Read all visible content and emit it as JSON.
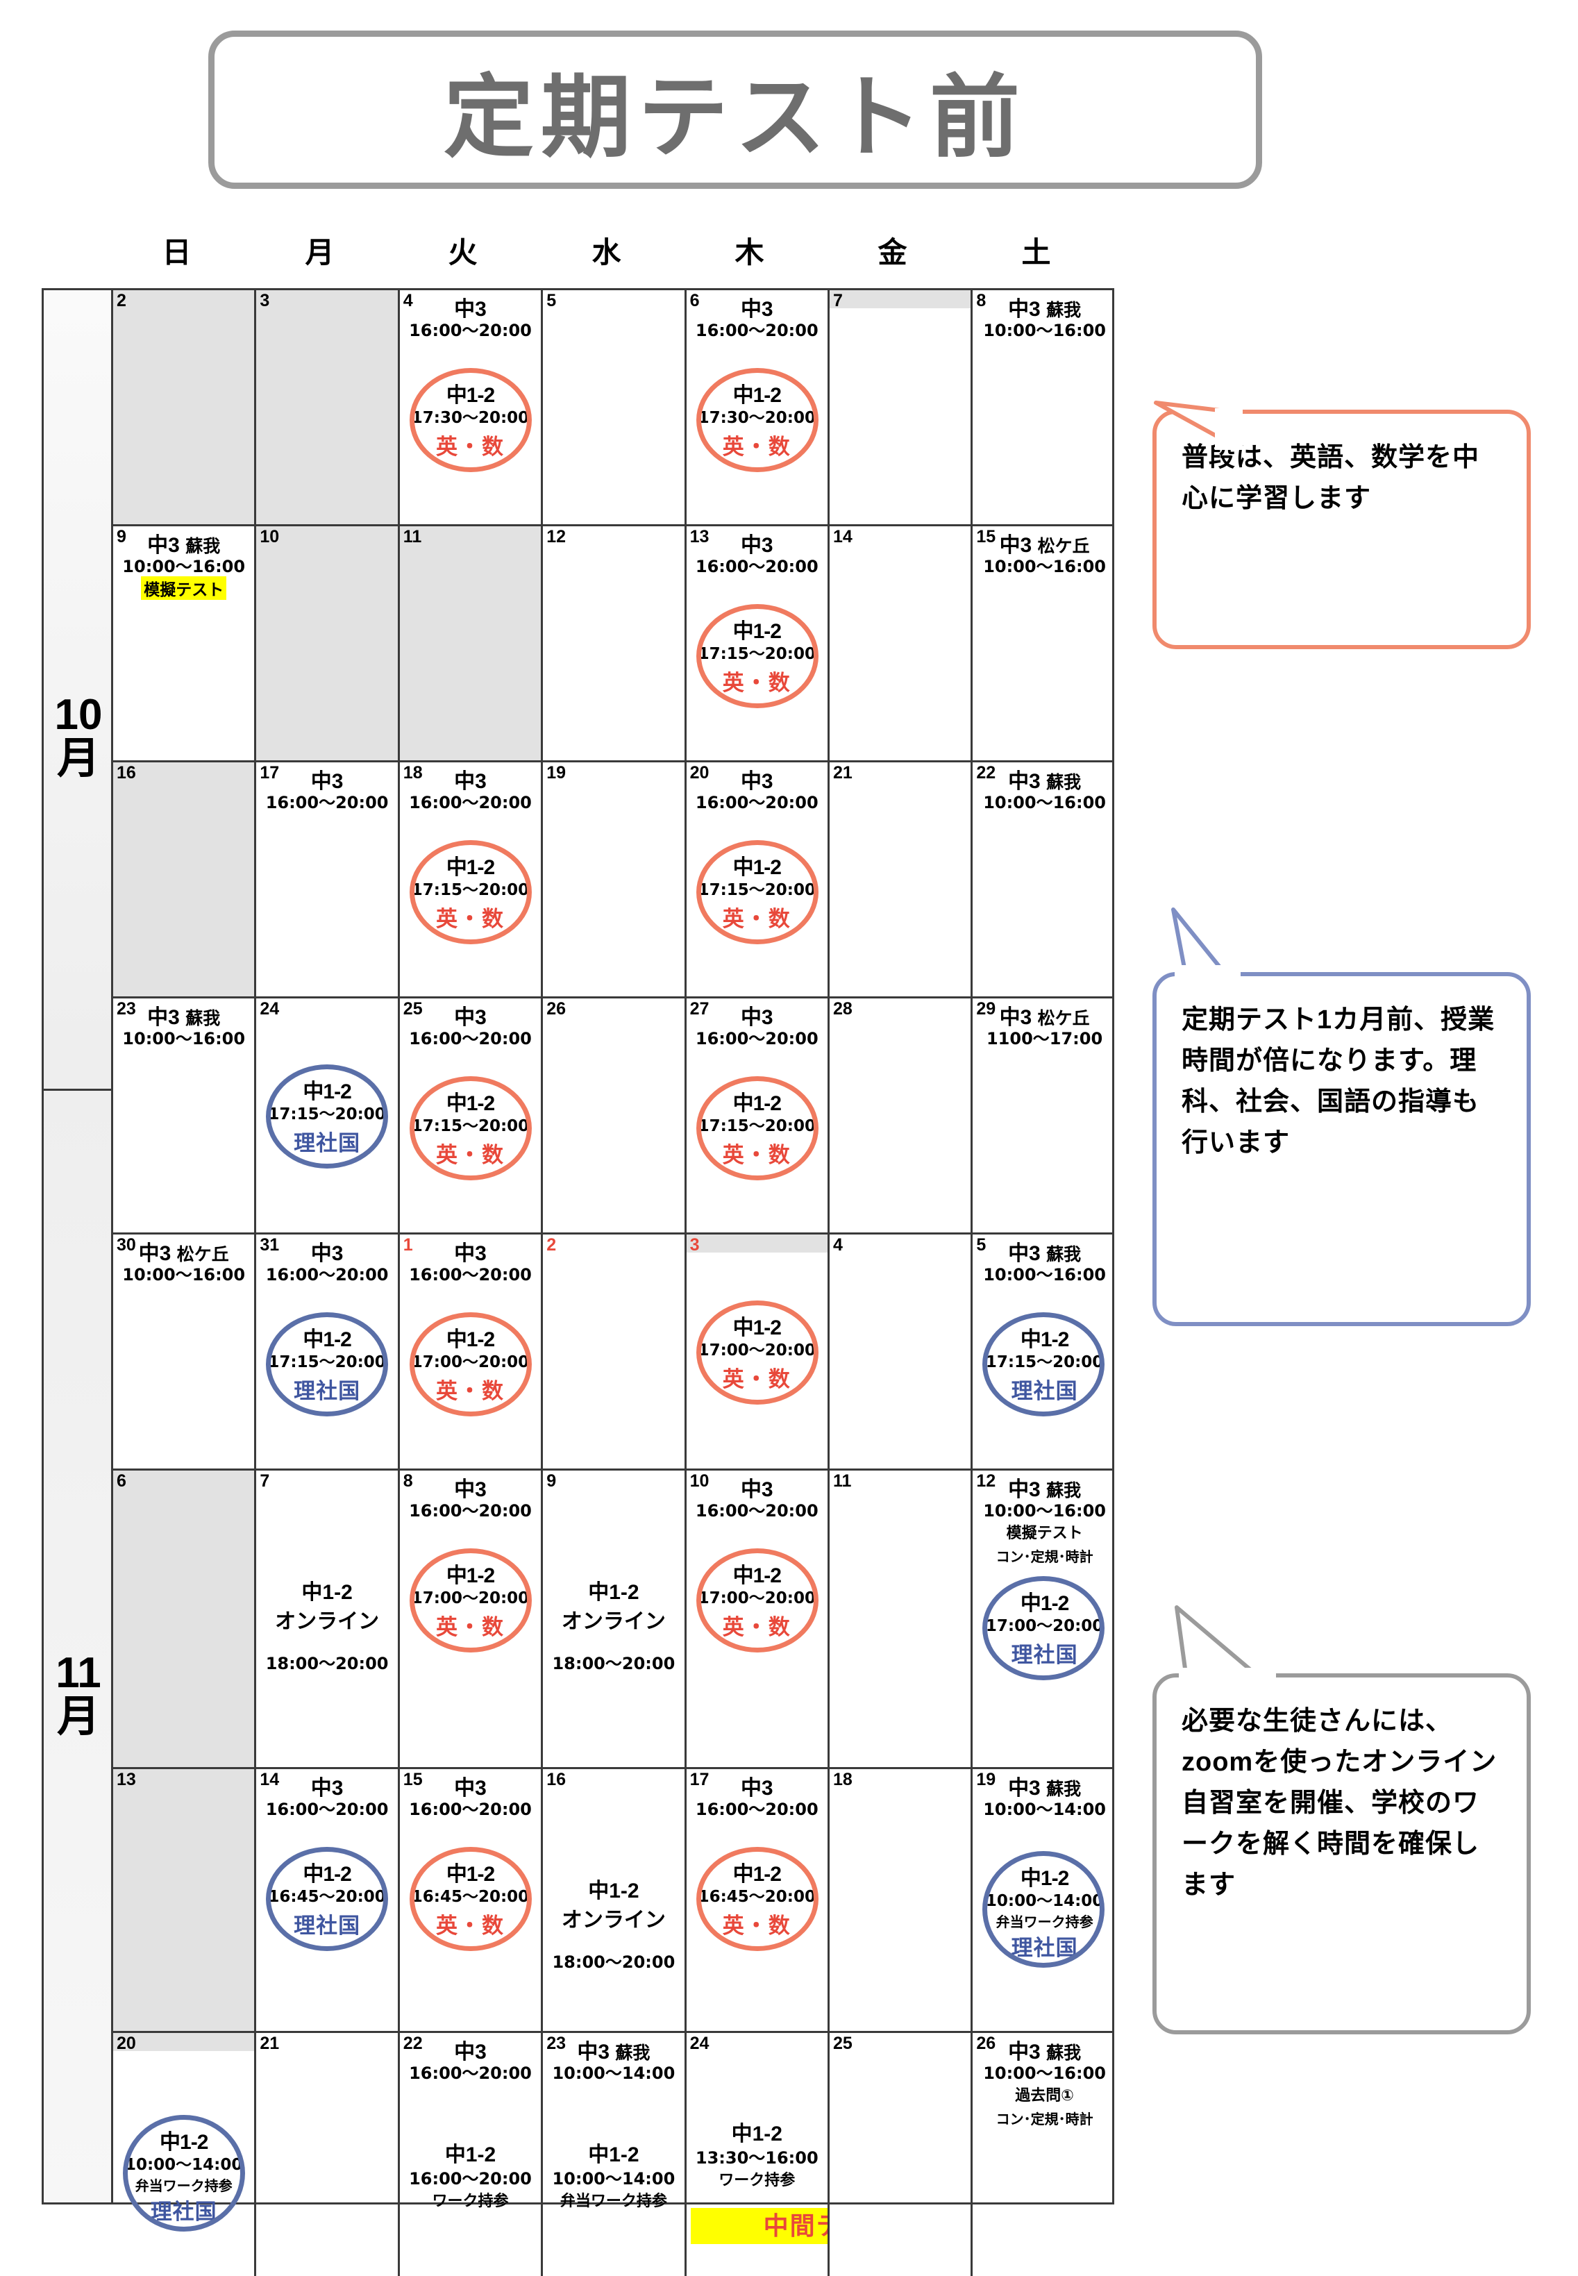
{
  "title": "定期テスト前",
  "weekdays": [
    "日",
    "月",
    "火",
    "水",
    "木",
    "金",
    "土"
  ],
  "months": {
    "oct": "10月",
    "nov": "11月"
  },
  "callouts": [
    {
      "id": "c1",
      "text": "普段は、英語、数学を中心に学習します",
      "color": "#f08a6d"
    },
    {
      "id": "c2",
      "text": "定期テスト1カ月前、授業時間が倍になります。理科、社会、国語の指導も行います",
      "color": "#7f8fc4"
    },
    {
      "id": "c3",
      "text": "必要な生徒さんには、zoomを使ったオンライン自習室を開催、学校のワークを解く時間を確保します",
      "color": "#9b9b9b"
    }
  ],
  "legend_labels": {
    "chu3": "中3",
    "chu12": "中1-2",
    "eisu": "英・数",
    "rishakoku": "理社国",
    "soga": "蘇我",
    "matsugaoka": "松ケ丘",
    "mogi": "模擬テスト",
    "online": "オンライン",
    "work": "ワーク持参",
    "bento_work": "弁当ワーク持参",
    "kakomon": "過去問①",
    "kongu": "コン･定規･時計",
    "chukan": "中間テスト"
  },
  "weeks": [
    {
      "id": "w1",
      "days": [
        {
          "num": "2",
          "gray": true
        },
        {
          "num": "3",
          "gray": true
        },
        {
          "num": "4",
          "top": {
            "main": "中3",
            "time": "16:00〜20:00"
          },
          "circle": {
            "color": "red",
            "main": "中1-2",
            "time": "17:30〜20:00",
            "sub": "英・数",
            "subcolor": "red"
          }
        },
        {
          "num": "5"
        },
        {
          "num": "6",
          "top": {
            "main": "中3",
            "time": "16:00〜20:00"
          },
          "circle": {
            "color": "red",
            "main": "中1-2",
            "time": "17:30〜20:00",
            "sub": "英・数",
            "subcolor": "red"
          }
        },
        {
          "num": "7",
          "topgray": true
        },
        {
          "num": "8",
          "top": {
            "main": "中3",
            "place": "蘇我",
            "time": "10:00〜16:00"
          }
        }
      ]
    },
    {
      "id": "w2",
      "days": [
        {
          "num": "9",
          "top": {
            "main": "中3",
            "place": "蘇我",
            "time": "10:00〜16:00"
          },
          "badge": "模擬テスト"
        },
        {
          "num": "10",
          "gray": true
        },
        {
          "num": "11",
          "gray": true
        },
        {
          "num": "12"
        },
        {
          "num": "13",
          "top": {
            "main": "中3",
            "time": "16:00〜20:00"
          },
          "circle": {
            "color": "red",
            "main": "中1-2",
            "time": "17:15〜20:00",
            "sub": "英・数",
            "subcolor": "red"
          }
        },
        {
          "num": "14"
        },
        {
          "num": "15",
          "top": {
            "main": "中3",
            "place": "松ケ丘",
            "time": "10:00〜16:00"
          }
        }
      ]
    },
    {
      "id": "w3",
      "days": [
        {
          "num": "16",
          "gray": true
        },
        {
          "num": "17",
          "top": {
            "main": "中3",
            "time": "16:00〜20:00"
          }
        },
        {
          "num": "18",
          "top": {
            "main": "中3",
            "time": "16:00〜20:00"
          },
          "circle": {
            "color": "red",
            "main": "中1-2",
            "time": "17:15〜20:00",
            "sub": "英・数",
            "subcolor": "red"
          }
        },
        {
          "num": "19"
        },
        {
          "num": "20",
          "top": {
            "main": "中3",
            "time": "16:00〜20:00"
          },
          "circle": {
            "color": "red",
            "main": "中1-2",
            "time": "17:15〜20:00",
            "sub": "英・数",
            "subcolor": "red"
          }
        },
        {
          "num": "21"
        },
        {
          "num": "22",
          "top": {
            "main": "中3",
            "place": "蘇我",
            "time": "10:00〜16:00"
          }
        }
      ]
    },
    {
      "id": "w4",
      "days": [
        {
          "num": "23",
          "top": {
            "main": "中3",
            "place": "蘇我",
            "time": "10:00〜16:00"
          }
        },
        {
          "num": "24",
          "circle": {
            "color": "blue",
            "main": "中1-2",
            "time": "17:15〜20:00",
            "sub": "理社国",
            "subcolor": "blue"
          }
        },
        {
          "num": "25",
          "top": {
            "main": "中3",
            "time": "16:00〜20:00"
          },
          "circle": {
            "color": "red",
            "main": "中1-2",
            "time": "17:15〜20:00",
            "sub": "英・数",
            "subcolor": "red"
          }
        },
        {
          "num": "26"
        },
        {
          "num": "27",
          "top": {
            "main": "中3",
            "time": "16:00〜20:00"
          },
          "circle": {
            "color": "red",
            "main": "中1-2",
            "time": "17:15〜20:00",
            "sub": "英・数",
            "subcolor": "red"
          }
        },
        {
          "num": "28"
        },
        {
          "num": "29",
          "top": {
            "main": "中3",
            "place": "松ケ丘",
            "time": "1100〜17:00"
          }
        }
      ]
    },
    {
      "id": "w5",
      "days": [
        {
          "num": "30",
          "top": {
            "main": "中3",
            "place": "松ケ丘",
            "time": "10:00〜16:00"
          }
        },
        {
          "num": "31",
          "top": {
            "main": "中3",
            "time": "16:00〜20:00"
          },
          "circle": {
            "color": "blue",
            "main": "中1-2",
            "time": "17:15〜20:00",
            "sub": "理社国",
            "subcolor": "blue"
          }
        },
        {
          "num": "1",
          "red": true,
          "top": {
            "main": "中3",
            "time": "16:00〜20:00"
          },
          "circle": {
            "color": "red",
            "main": "中1-2",
            "time": "17:00〜20:00",
            "sub": "英・数",
            "subcolor": "red"
          }
        },
        {
          "num": "2",
          "red": true
        },
        {
          "num": "3",
          "red": true,
          "topgray": true,
          "circle": {
            "color": "red",
            "main": "中1-2",
            "time": "17:00〜20:00",
            "sub": "英・数",
            "subcolor": "red"
          }
        },
        {
          "num": "4"
        },
        {
          "num": "5",
          "top": {
            "main": "中3",
            "place": "蘇我",
            "time": "10:00〜16:00"
          },
          "circle": {
            "color": "blue",
            "main": "中1-2",
            "time": "17:15〜20:00",
            "sub": "理社国",
            "subcolor": "blue"
          }
        }
      ]
    },
    {
      "id": "w6",
      "days": [
        {
          "num": "6",
          "gray": true
        },
        {
          "num": "7",
          "online": {
            "main": "中1-2",
            "label": "オンライン",
            "time": "18:00〜20:00"
          }
        },
        {
          "num": "8",
          "top": {
            "main": "中3",
            "time": "16:00〜20:00"
          },
          "circle": {
            "color": "red",
            "main": "中1-2",
            "time": "17:00〜20:00",
            "sub": "英・数",
            "subcolor": "red"
          }
        },
        {
          "num": "9",
          "online": {
            "main": "中1-2",
            "label": "オンライン",
            "time": "18:00〜20:00"
          }
        },
        {
          "num": "10",
          "top": {
            "main": "中3",
            "time": "16:00〜20:00"
          },
          "circle": {
            "color": "red",
            "main": "中1-2",
            "time": "17:00〜20:00",
            "sub": "英・数",
            "subcolor": "red"
          }
        },
        {
          "num": "11"
        },
        {
          "num": "12",
          "top": {
            "main": "中3",
            "place": "蘇我",
            "time": "10:00〜16:00"
          },
          "note1": "模擬テスト",
          "note2": "コン･定規･時計",
          "circle": {
            "color": "blue",
            "main": "中1-2",
            "time": "17:00〜20:00",
            "sub": "理社国",
            "subcolor": "blue"
          }
        }
      ]
    },
    {
      "id": "w7",
      "days": [
        {
          "num": "13",
          "gray": true
        },
        {
          "num": "14",
          "top": {
            "main": "中3",
            "time": "16:00〜20:00"
          },
          "circle": {
            "color": "blue",
            "main": "中1-2",
            "time": "16:45〜20:00",
            "sub": "理社国",
            "subcolor": "blue"
          }
        },
        {
          "num": "15",
          "top": {
            "main": "中3",
            "time": "16:00〜20:00"
          },
          "circle": {
            "color": "red",
            "main": "中1-2",
            "time": "16:45〜20:00",
            "sub": "英・数",
            "subcolor": "red"
          }
        },
        {
          "num": "16",
          "online": {
            "main": "中1-2",
            "label": "オンライン",
            "time": "18:00〜20:00"
          }
        },
        {
          "num": "17",
          "top": {
            "main": "中3",
            "time": "16:00〜20:00"
          },
          "circle": {
            "color": "red",
            "main": "中1-2",
            "time": "16:45〜20:00",
            "sub": "英・数",
            "subcolor": "red"
          }
        },
        {
          "num": "18"
        },
        {
          "num": "19",
          "top": {
            "main": "中3",
            "place": "蘇我",
            "time": "10:00〜14:00"
          },
          "circle": {
            "color": "blue",
            "main": "中1-2",
            "time": "10:00〜14:00",
            "note": "弁当ワーク持参",
            "sub": "理社国",
            "subcolor": "blue"
          }
        }
      ]
    },
    {
      "id": "w8",
      "days": [
        {
          "num": "20",
          "topgray": true,
          "circle": {
            "color": "blue",
            "main": "中1-2",
            "time": "10:00〜14:00",
            "note": "弁当ワーク持参",
            "sub": "理社国",
            "subcolor": "blue"
          }
        },
        {
          "num": "21"
        },
        {
          "num": "22",
          "top": {
            "main": "中3",
            "time": "16:00〜20:00"
          },
          "plain": {
            "main": "中1-2",
            "time": "16:00〜20:00",
            "note": "ワーク持参"
          }
        },
        {
          "num": "23",
          "top": {
            "main": "中3",
            "place": "蘇我",
            "time": "10:00〜14:00"
          },
          "plain": {
            "main": "中1-2",
            "time": "10:00〜14:00",
            "note": "弁当ワーク持参"
          }
        },
        {
          "num": "24",
          "plain2": {
            "main": "中1-2",
            "time": "13:30〜16:00",
            "note": "ワーク持参"
          },
          "midterm": "中間テスト"
        },
        {
          "num": "25"
        },
        {
          "num": "26",
          "top": {
            "main": "中3",
            "place": "蘇我",
            "time": "10:00〜16:00"
          },
          "note1": "過去問①",
          "note2": "コン･定規･時計"
        }
      ]
    }
  ]
}
